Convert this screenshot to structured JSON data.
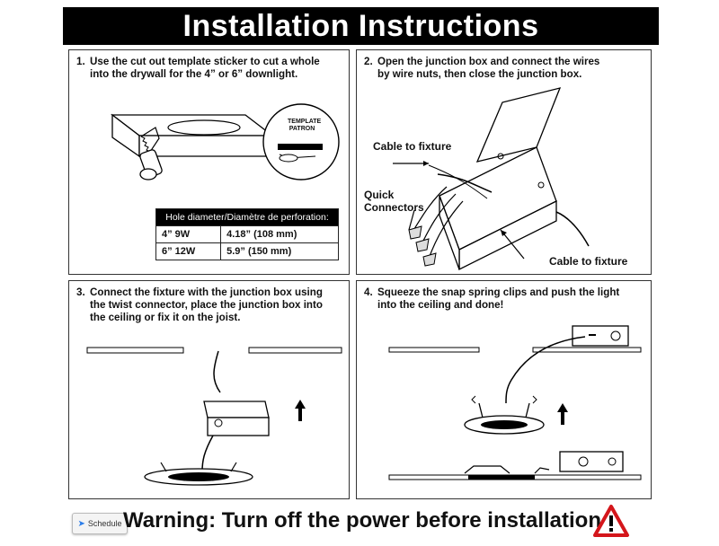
{
  "title": "Installation Instructions",
  "steps": [
    {
      "number": "1.",
      "line1": "Use the cut out template sticker to cut a whole",
      "line2": "into the drywall for the 4” or 6” downlight."
    },
    {
      "number": "2.",
      "line1": "Open the junction box and connect the wires",
      "line2": "by wire nuts, then close the junction box."
    },
    {
      "number": "3.",
      "line1": "Connect the fixture with the junction box using",
      "line2": "the twist connector, place the junction box into",
      "line3": "the ceiling or fix it on the joist."
    },
    {
      "number": "4.",
      "line1": "Squeeze the snap spring clips and push the light",
      "line2": "into the ceiling and done!"
    }
  ],
  "template": {
    "line1": "TEMPLATE",
    "line2": "PATRON"
  },
  "hole_table": {
    "header": "Hole diameter/Diamètre de perforation:",
    "rows": [
      {
        "size": "4” 9W",
        "diameter": "4.18” (108 mm)"
      },
      {
        "size": "6” 12W",
        "diameter": "5.9” (150 mm)"
      }
    ]
  },
  "labels": {
    "cable_to_fixture_top": "Cable to fixture",
    "quick_connectors_1": "Quick",
    "quick_connectors_2": "Connectors",
    "cable_to_fixture_bottom": "Cable to fixture"
  },
  "warning": "Warning: Turn off the power before installation",
  "schedule_button": "Schedule",
  "colors": {
    "title_bg": "#000000",
    "warning_red": "#d4161b",
    "schedule_blue": "#2b7de9"
  }
}
